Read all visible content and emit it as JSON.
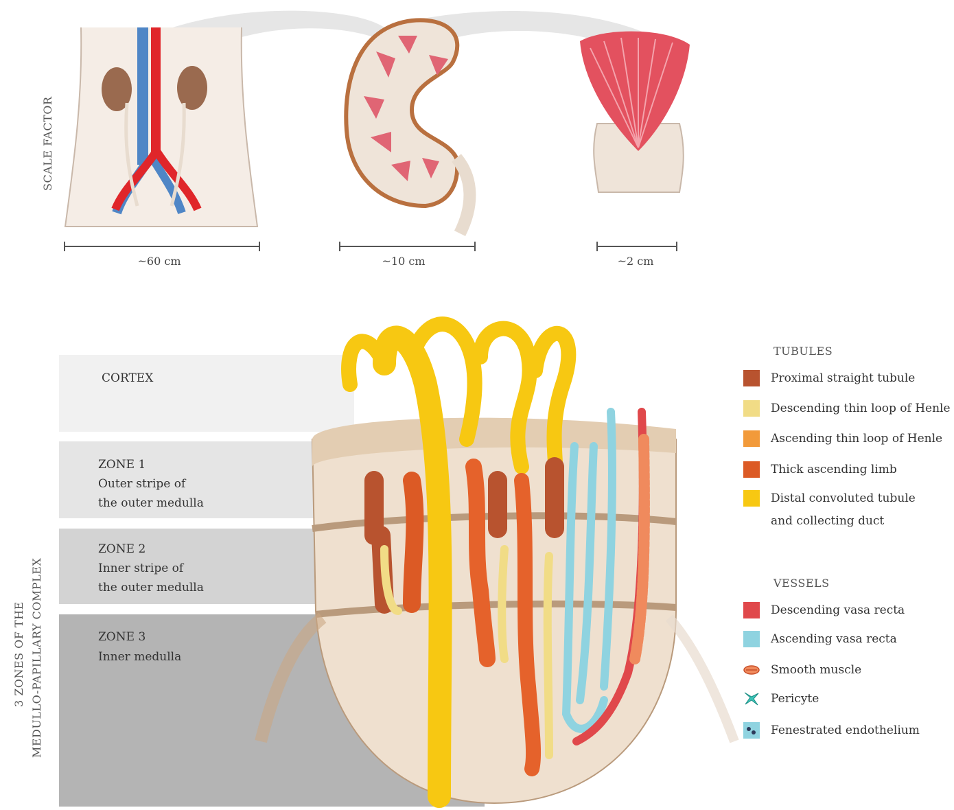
{
  "scale": {
    "title": "SCALE FACTOR",
    "labels": [
      "~60 cm",
      "~10 cm",
      "~2 cm"
    ]
  },
  "zones_title": {
    "line1": "3 ZONES OF THE",
    "line2": "MEDULLO-PAPILLARY COMPLEX"
  },
  "zones": [
    {
      "name": "CORTEX",
      "lines": []
    },
    {
      "name": "ZONE 1",
      "lines": [
        "Outer stripe of",
        "the outer medulla"
      ]
    },
    {
      "name": "ZONE 2",
      "lines": [
        "Inner stripe of",
        "the outer medulla"
      ]
    },
    {
      "name": "ZONE 3",
      "lines": [
        "Inner medulla"
      ]
    }
  ],
  "legend": {
    "tubules_title": "TUBULES",
    "tubules": [
      {
        "label": "Proximal straight tubule",
        "color": "#b8532f"
      },
      {
        "label": "Descending thin loop of Henle",
        "color": "#f1dc86"
      },
      {
        "label": "Ascending thin loop of Henle",
        "color": "#f29a3a"
      },
      {
        "label": "Thick ascending limb",
        "color": "#dc5a25"
      },
      {
        "label": "Distal convoluted tubule",
        "label2": "and collecting duct",
        "color": "#f7c812"
      }
    ],
    "vessels_title": "VESSELS",
    "vessels": [
      {
        "label": "Descending vasa recta",
        "color": "#e0484b",
        "icon": "square"
      },
      {
        "label": "Ascending vasa recta",
        "color": "#8fd3e0",
        "icon": "square"
      },
      {
        "label": "Smooth muscle",
        "color": "#f08a5d",
        "icon": "smooth-muscle-icon"
      },
      {
        "label": "Pericyte",
        "color": "#3cc4b7",
        "icon": "pericyte-icon"
      },
      {
        "label": "Fenestrated endothelium",
        "color": "#8fd3e0",
        "icon": "endothelium-icon"
      }
    ]
  }
}
